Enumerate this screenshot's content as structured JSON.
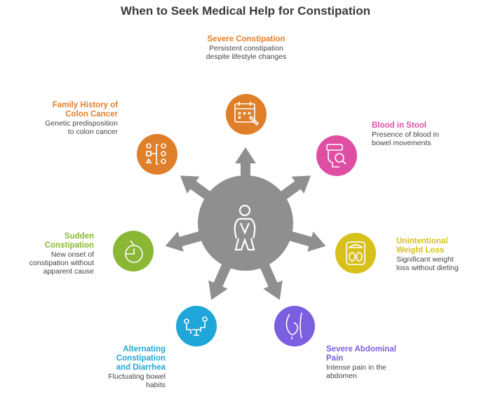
{
  "title": "When to Seek Medical Help for Constipation",
  "center": {
    "icon": "person-seated-icon",
    "color": "#8f8f8f"
  },
  "items": [
    {
      "title": "Severe Constipation",
      "desc": "Persistent constipation despite lifestyle changes",
      "color": "#e07f2a",
      "icon": "calendar-icon"
    },
    {
      "title": "Blood in Stool",
      "desc": "Presence of blood in bowel movements",
      "color": "#de4fa3",
      "icon": "toilet-search-icon"
    },
    {
      "title": "Unintentional Weight Loss",
      "desc": "Significant weight loss without dieting",
      "color": "#d6c11a",
      "icon": "scale-icon"
    },
    {
      "title": "Severe Abdominal Pain",
      "desc": "Intense pain in the abdomen",
      "color": "#7a5fe0",
      "icon": "abdomen-icon"
    },
    {
      "title": "Alternating Constipation and Diarrhea",
      "desc": "Fluctuating bowel habits",
      "color": "#1ea7d8",
      "icon": "people-seesaw-icon"
    },
    {
      "title": "Sudden Constipation",
      "desc": "New onset of constipation without apparent cause",
      "color": "#8ab734",
      "icon": "stopwatch-icon"
    },
    {
      "title": "Family History of Colon Cancer",
      "desc": "Genetic predisposition to colon cancer",
      "color": "#e07f2a",
      "icon": "family-tree-icon"
    }
  ]
}
